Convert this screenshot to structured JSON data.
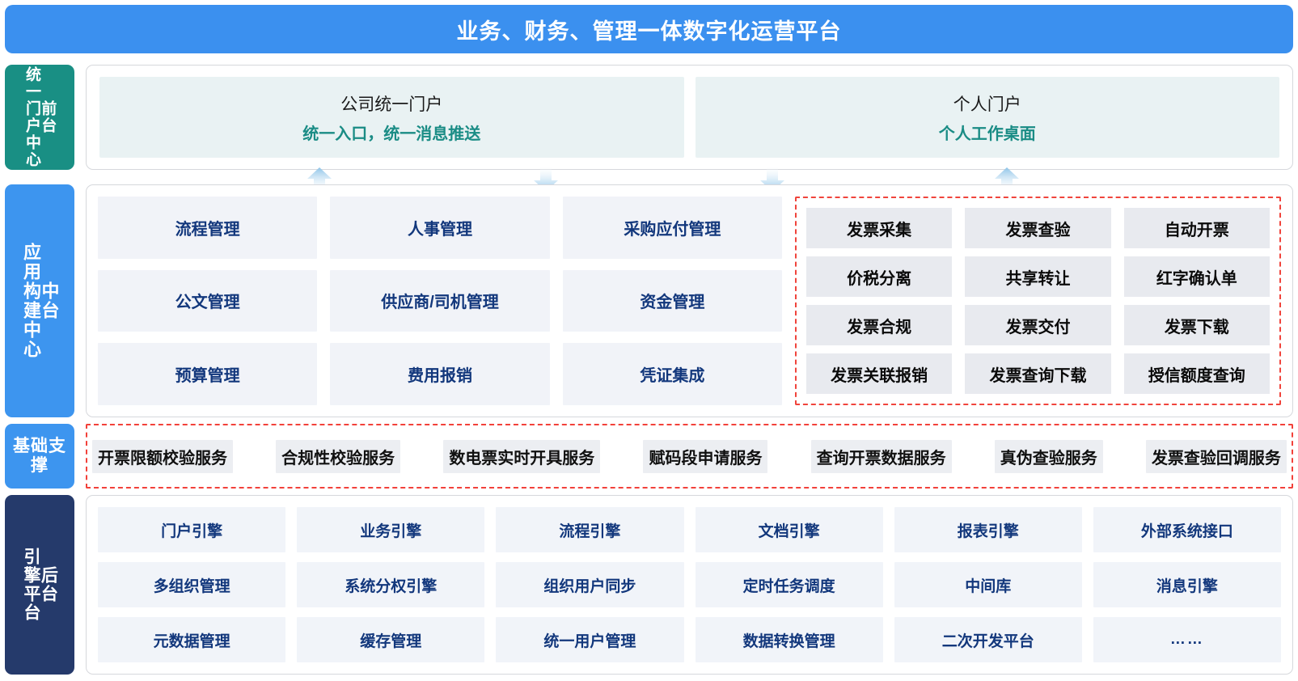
{
  "header": {
    "title": "业务、财务、管理一体数字化运营平台",
    "accent_color": "#3b90ef"
  },
  "layers": {
    "portal": {
      "tag_main": "统一门户中心",
      "tag_sub": "前台",
      "tag_color": "#198f84",
      "cards": [
        {
          "title": "公司统一门户",
          "subtitle": "统一入口，统一消息推送"
        },
        {
          "title": "个人门户",
          "subtitle": "个人工作桌面"
        }
      ]
    },
    "application": {
      "tag_main": "应用构建中心",
      "tag_sub": "中台",
      "tag_color": "#3d95ef",
      "modules": [
        "流程管理",
        "人事管理",
        "采购应付管理",
        "公文管理",
        "供应商/司机管理",
        "资金管理",
        "预算管理",
        "费用报销",
        "凭证集成"
      ],
      "invoice_group": {
        "border_color": "#f0443c",
        "modules": [
          "发票采集",
          "发票查验",
          "自动开票",
          "价税分离",
          "共享转让",
          "红字确认单",
          "发票合规",
          "发票交付",
          "发票下载",
          "发票关联报销",
          "发票查询下载",
          "授信额度查询"
        ]
      }
    },
    "base_support": {
      "tag_main": "基础支撑",
      "tag_color": "#3d95ef",
      "border_color": "#f2413a",
      "services": [
        "开票限额校验服务",
        "合规性校验服务",
        "数电票实时开具服务",
        "赋码段申请服务",
        "查询开票数据服务",
        "真伪查验服务",
        "发票查验回调服务"
      ]
    },
    "engine": {
      "tag_main": "引擎平台",
      "tag_sub": "后台",
      "tag_color": "#253a6b",
      "modules": [
        "门户引擎",
        "业务引擎",
        "流程引擎",
        "文档引擎",
        "报表引擎",
        "外部系统接口",
        "多组织管理",
        "系统分权引擎",
        "组织用户同步",
        "定时任务调度",
        "中间库",
        "消息引擎",
        "元数据管理",
        "缓存管理",
        "统一用户管理",
        "数据转换管理",
        "二次开发平台",
        "……"
      ]
    }
  },
  "arrows": [
    {
      "name": "arrow-up-company-portal",
      "direction": "up"
    },
    {
      "name": "arrow-down-company-portal",
      "direction": "down"
    },
    {
      "name": "arrow-down-personal-portal",
      "direction": "down"
    },
    {
      "name": "arrow-up-personal-portal",
      "direction": "up"
    }
  ]
}
